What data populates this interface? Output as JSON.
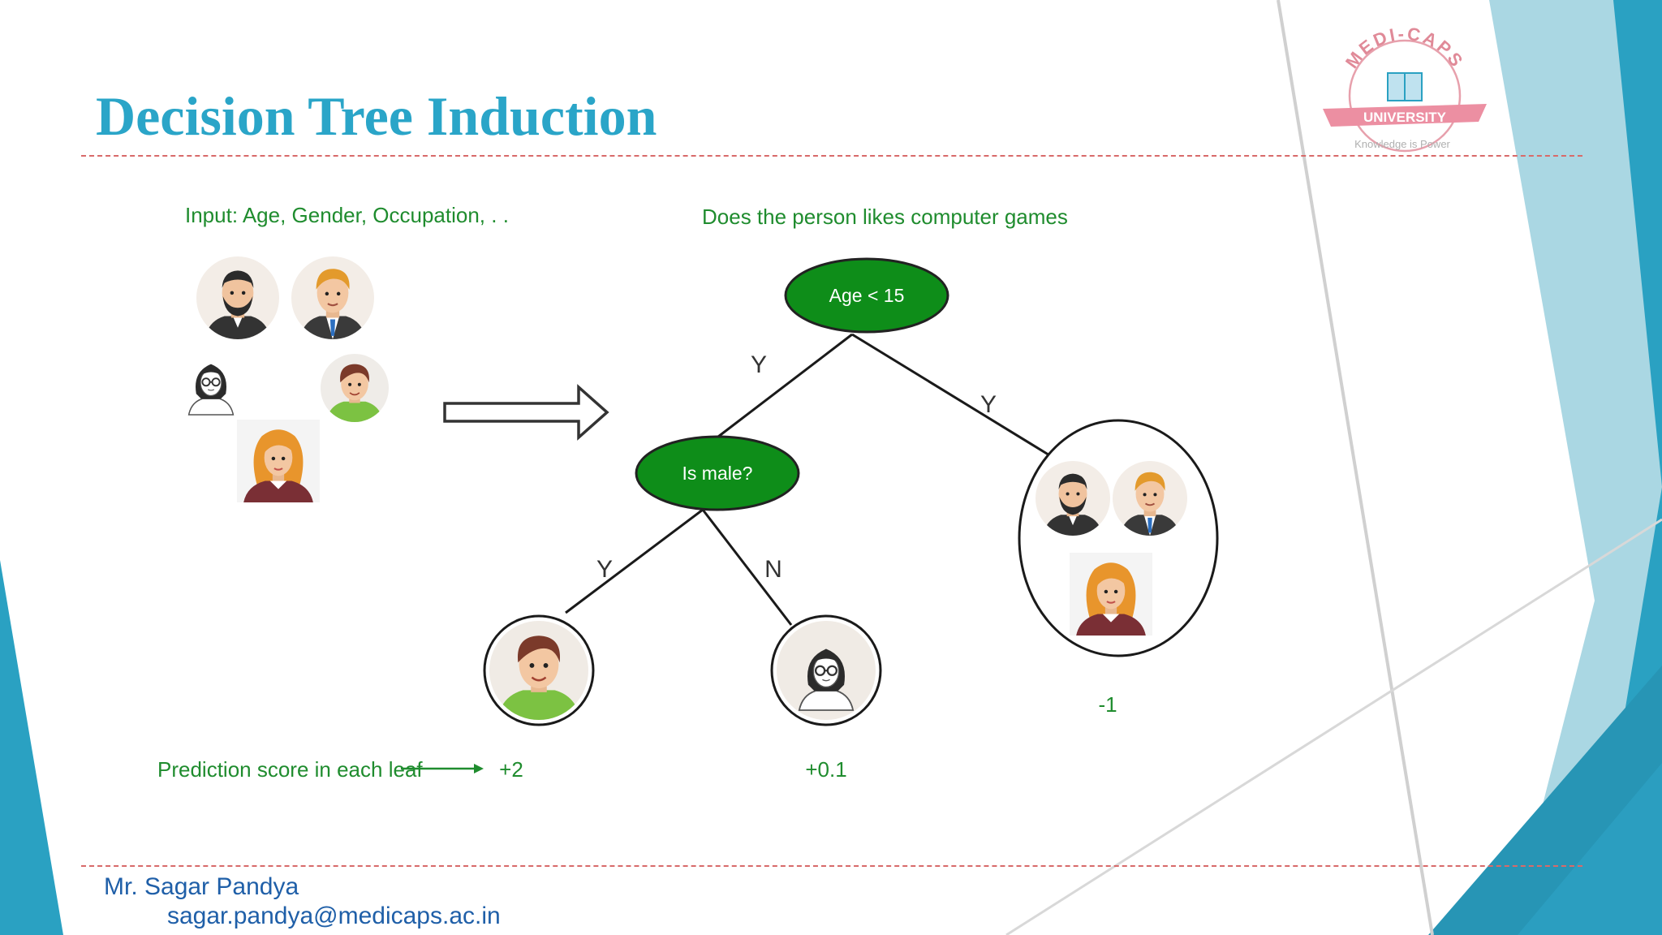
{
  "slide": {
    "title": "Decision Tree Induction",
    "logo": {
      "arc_text": "MEDI-CAPS",
      "ribbon_text": "UNIVERSITY",
      "tagline": "Knowledge is Power"
    }
  },
  "diagram": {
    "input_label": "Input: Age, Gender, Occupation, . .",
    "question_label": "Does the person likes computer games",
    "root_node": "Age < 15",
    "child_node": "Is male?",
    "edge_labels": {
      "root_left": "Y",
      "root_right": "Y",
      "child_left": "Y",
      "child_right": "N"
    },
    "scores": {
      "left_leaf": "+2",
      "middle_leaf": "+0.1",
      "right_leaf": "-1"
    },
    "prediction_label": "Prediction score in each leaf"
  },
  "footer": {
    "name": "Mr. Sagar Pandya",
    "email": "sagar.pandya@medicaps.ac.in"
  },
  "colors": {
    "title": "#2aa5c8",
    "node_fill": "#0e8d19",
    "diagram_text": "#1f8c2e",
    "accent_teal": "#2aa1c2",
    "footer_text": "#1f5fa8",
    "separator": "#d86a6a"
  }
}
